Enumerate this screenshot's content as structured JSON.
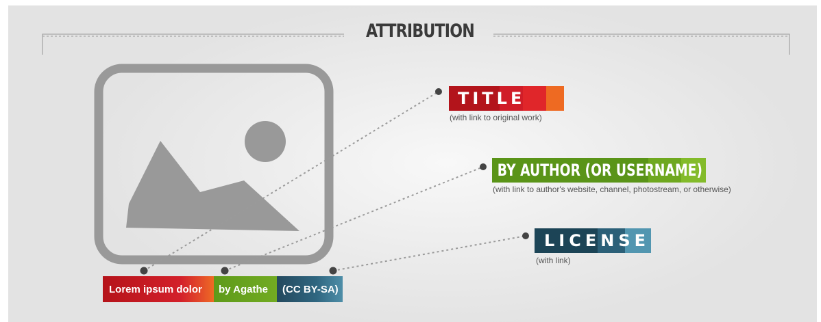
{
  "heading": "ATTRIBUTION",
  "callouts": {
    "title": {
      "label": "TITLE",
      "caption": "(with link to original work)"
    },
    "author": {
      "label": "BY AUTHOR (OR USERNAME)",
      "caption": "(with link to author's website, channel, photostream, or otherwise)"
    },
    "license": {
      "label": "LICENSE",
      "caption": "(with link)"
    }
  },
  "attribution_example": {
    "title": "Lorem ipsum dolor",
    "author": "by Agathe",
    "license": "(CC BY-SA)"
  },
  "icons": {
    "placeholder": "image-placeholder-icon"
  },
  "colors": {
    "title": "#c4141e",
    "author": "#6aa21c",
    "license": "#1f4a5c",
    "heading": "#3a3a3a",
    "connector": "#9a9a9a",
    "icon": "#999999"
  }
}
